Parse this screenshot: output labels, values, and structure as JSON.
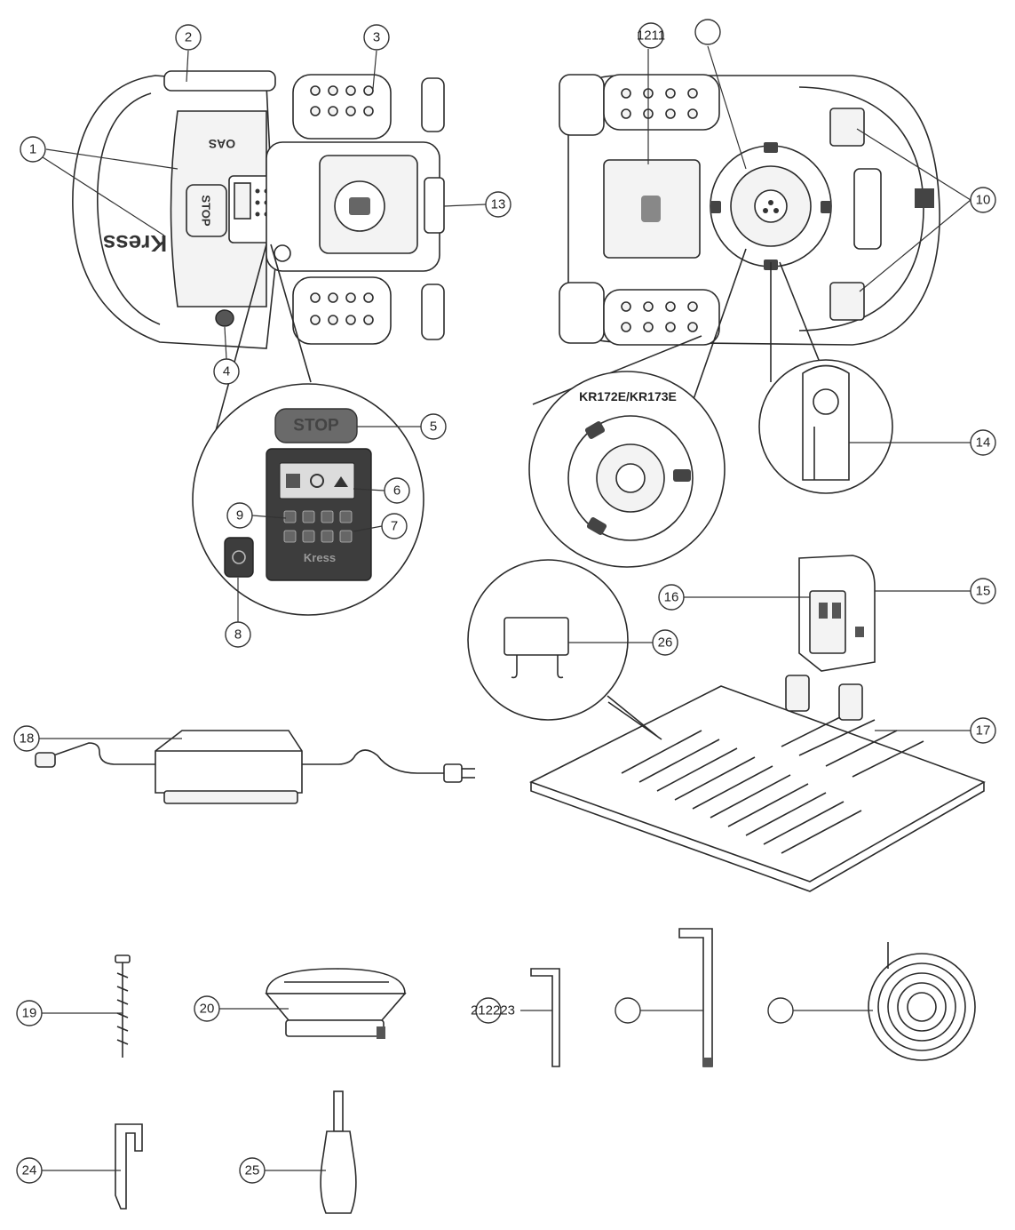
{
  "model_label": "KR172E/KR173E",
  "printed": {
    "mower_text": "OAS",
    "mower_logo": "Kress",
    "stop_small": "STOP",
    "stop_big": "STOP",
    "panel_logo": "Kress"
  },
  "callouts": [
    {
      "id": "c1",
      "label": "1"
    },
    {
      "id": "c2",
      "label": "2"
    },
    {
      "id": "c3",
      "label": "3"
    },
    {
      "id": "c4",
      "label": "4"
    },
    {
      "id": "c5",
      "label": "5"
    },
    {
      "id": "c6",
      "label": "6"
    },
    {
      "id": "c7",
      "label": "7"
    },
    {
      "id": "c8",
      "label": "8"
    },
    {
      "id": "c9",
      "label": "9"
    },
    {
      "id": "c10",
      "label": "10"
    },
    {
      "id": "c1211",
      "label": "1211"
    },
    {
      "id": "cblank1",
      "label": ""
    },
    {
      "id": "c13",
      "label": "13"
    },
    {
      "id": "c14",
      "label": "14"
    },
    {
      "id": "c15",
      "label": "15"
    },
    {
      "id": "c16",
      "label": "16"
    },
    {
      "id": "c17",
      "label": "17"
    },
    {
      "id": "c18",
      "label": "18"
    },
    {
      "id": "c19",
      "label": "19"
    },
    {
      "id": "c20",
      "label": "20"
    },
    {
      "id": "c212223",
      "label": "212223"
    },
    {
      "id": "cblank2",
      "label": ""
    },
    {
      "id": "cblank3",
      "label": ""
    },
    {
      "id": "c24",
      "label": "24"
    },
    {
      "id": "c25",
      "label": "25"
    },
    {
      "id": "c26",
      "label": "26"
    }
  ]
}
